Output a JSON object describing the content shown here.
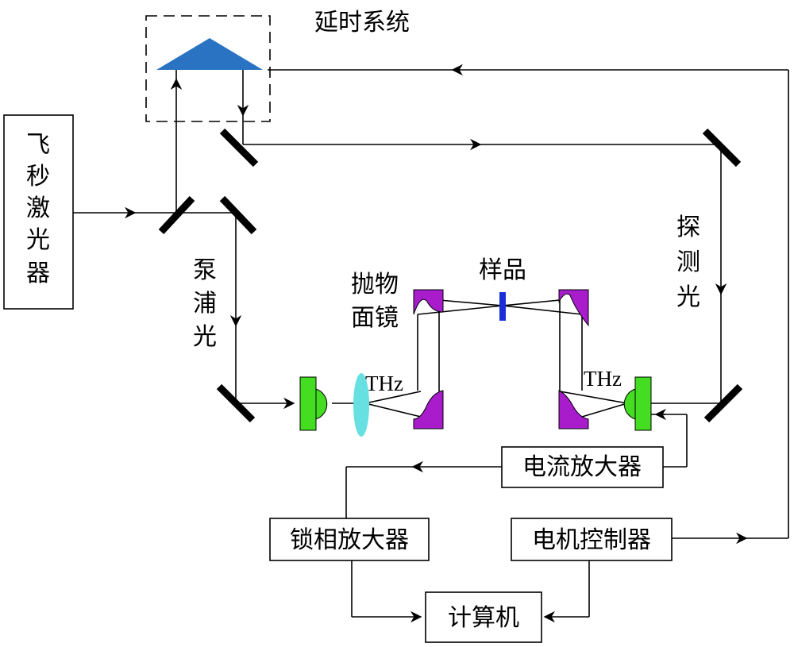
{
  "labels": {
    "delay_system": "延时系统",
    "femto_laser": [
      "飞",
      "秒",
      "激",
      "光",
      "器"
    ],
    "pump_light": [
      "泵",
      "浦",
      "光"
    ],
    "probe_light": [
      "探",
      "测",
      "光"
    ],
    "parabolic_mirror": [
      "抛物",
      "面镜"
    ],
    "sample": "样品",
    "thz_left": "THz",
    "thz_right": "THz",
    "current_amplifier": "电流放大器",
    "lockin_amplifier": "锁相放大器",
    "motor_controller": "电机控制器",
    "computer": "计算机"
  },
  "colors": {
    "prism": "#2a73c2",
    "parabolic_mirror": "#a81ccc",
    "emitter": "#44dd22",
    "detector": "#44dd22",
    "lens": "#66e0e0",
    "sample": "#1a2fd8"
  }
}
